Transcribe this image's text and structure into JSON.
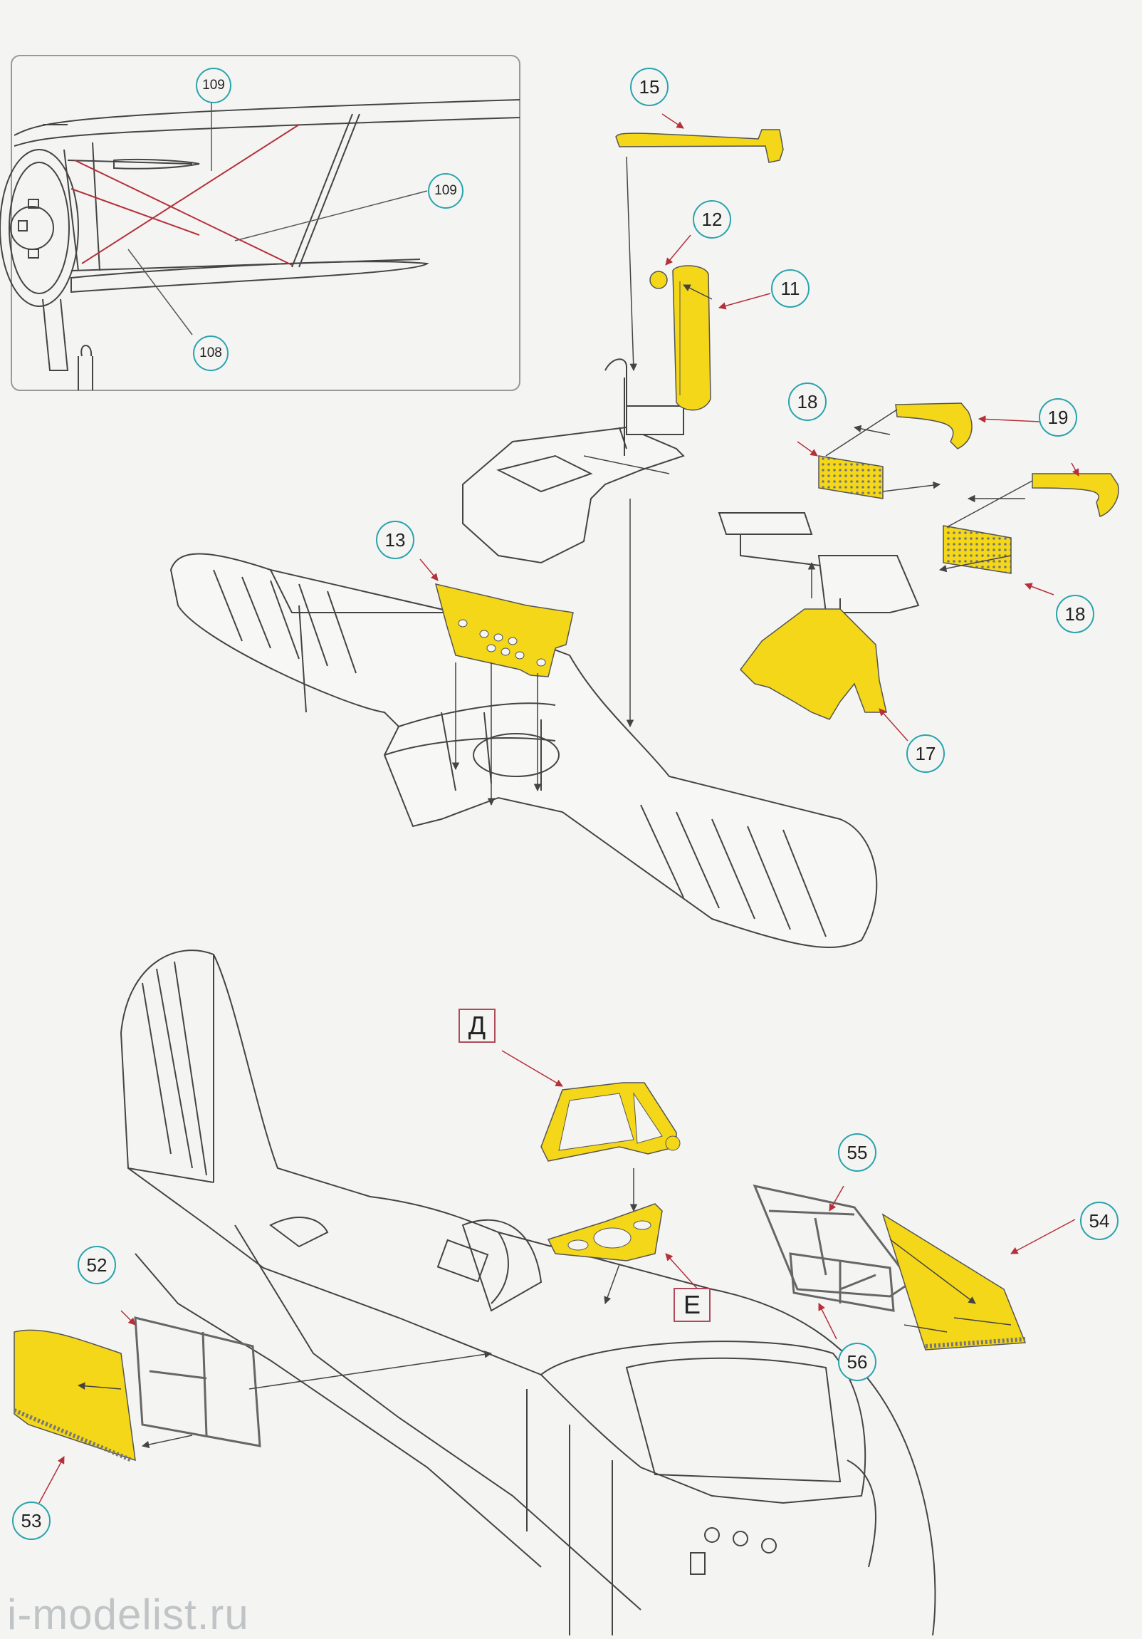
{
  "callouts": {
    "c109a": "109",
    "c109b": "109",
    "c108": "108",
    "c15": "15",
    "c12": "12",
    "c11": "11",
    "c18a": "18",
    "c19": "19",
    "c18b": "18",
    "c13": "13",
    "c17": "17",
    "c55": "55",
    "c54": "54",
    "c52": "52",
    "c56": "56",
    "c53": "53"
  },
  "box_labels": {
    "d": "Д",
    "e": "Е"
  },
  "watermark": "i-modelist.ru",
  "colors": {
    "etch": "#f4d718",
    "callout_ring": "#2aa3ad",
    "box_border": "#b04a5a",
    "rigging": "#b5303a",
    "line": "#333333"
  }
}
